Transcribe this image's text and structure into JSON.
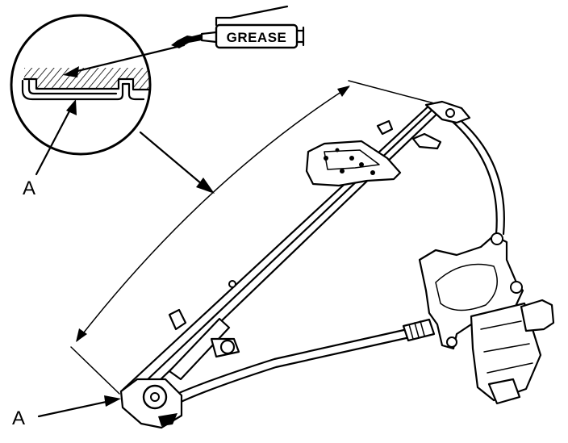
{
  "labels": {
    "grease": "GREASE",
    "callout_top": "A",
    "callout_bottom": "A"
  },
  "colors": {
    "ink": "#000000",
    "paper": "#ffffff"
  }
}
